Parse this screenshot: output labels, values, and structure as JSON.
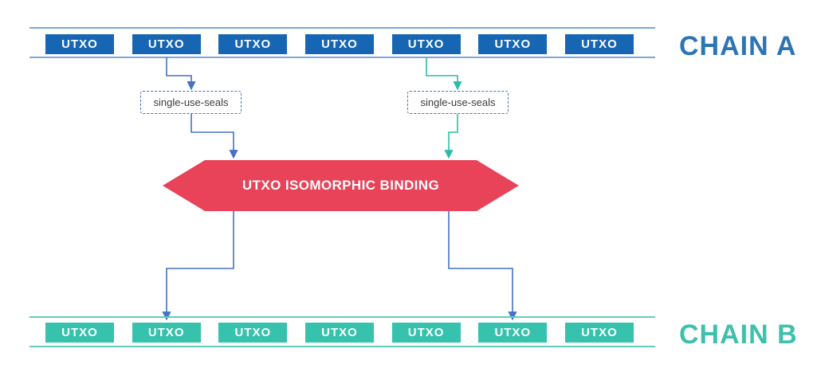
{
  "chain_a": {
    "label": "CHAIN A",
    "boxes": [
      "UTXO",
      "UTXO",
      "UTXO",
      "UTXO",
      "UTXO",
      "UTXO",
      "UTXO"
    ]
  },
  "chain_b": {
    "label": "CHAIN B",
    "boxes": [
      "UTXO",
      "UTXO",
      "UTXO",
      "UTXO",
      "UTXO",
      "UTXO",
      "UTXO"
    ]
  },
  "seals": {
    "left_label": "single-use-seals",
    "right_label": "single-use-seals"
  },
  "binding": {
    "label": "UTXO ISOMORPHIC BINDING"
  },
  "colors": {
    "chain_a_box": "#1666b3",
    "chain_a_line": "#7aa7d9",
    "chain_a_label": "#2d74b5",
    "chain_b_box": "#36c2ac",
    "chain_b_line": "#63cdbd",
    "chain_b_label": "#3fc0ad",
    "connector_blue": "#4472c4",
    "connector_teal": "#2fbca6",
    "binding_red": "#e84358",
    "seal_border": "#4472c4"
  }
}
